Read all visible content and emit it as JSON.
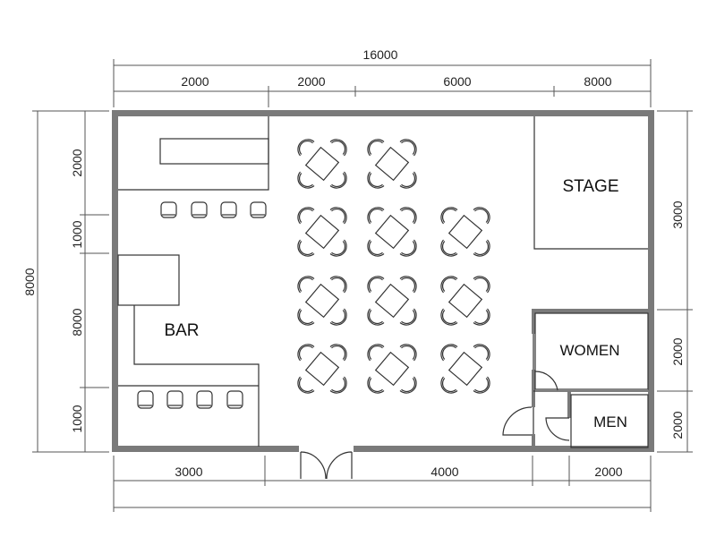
{
  "dimensions": {
    "top_total": "16000",
    "top_segments": [
      "2000",
      "2000",
      "6000",
      "8000"
    ],
    "left_total": "8000",
    "left_segments": [
      "2000",
      "1000",
      "8000",
      "1000"
    ],
    "right_segments": [
      "3000",
      "2000",
      "2000"
    ],
    "bottom_segments": [
      "3000",
      "4000",
      "2000"
    ]
  },
  "rooms": {
    "bar": "BAR",
    "stage": "STAGE",
    "women": "WOMEN",
    "men": "MEN"
  },
  "tables": {
    "rows": [
      2,
      3,
      3,
      3
    ]
  },
  "colors": {
    "wall": "#7a7a7a",
    "line": "#333333"
  }
}
